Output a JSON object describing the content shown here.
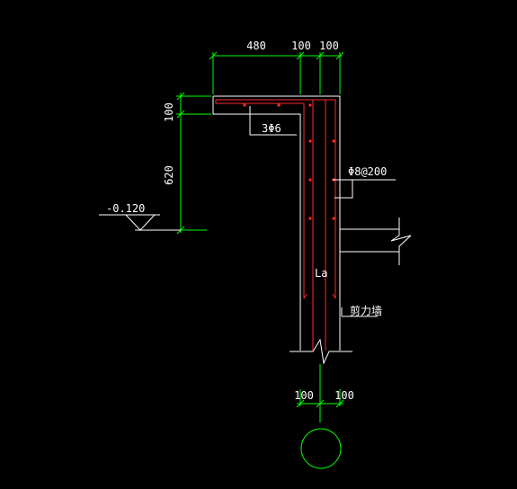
{
  "dimensions": {
    "top": [
      "480",
      "100",
      "100"
    ],
    "left": [
      "100",
      "620"
    ],
    "bottom": [
      "100",
      "100"
    ]
  },
  "labels": {
    "level": "-0.120",
    "top_bars": "3Φ6",
    "stirrup": "Φ8@200",
    "anchorage": "La",
    "wall": "剪力墙"
  },
  "colors": {
    "background": "#000000",
    "dimension": "#00ff00",
    "outline": "#ffffff",
    "rebar": "#ff2a2a"
  }
}
